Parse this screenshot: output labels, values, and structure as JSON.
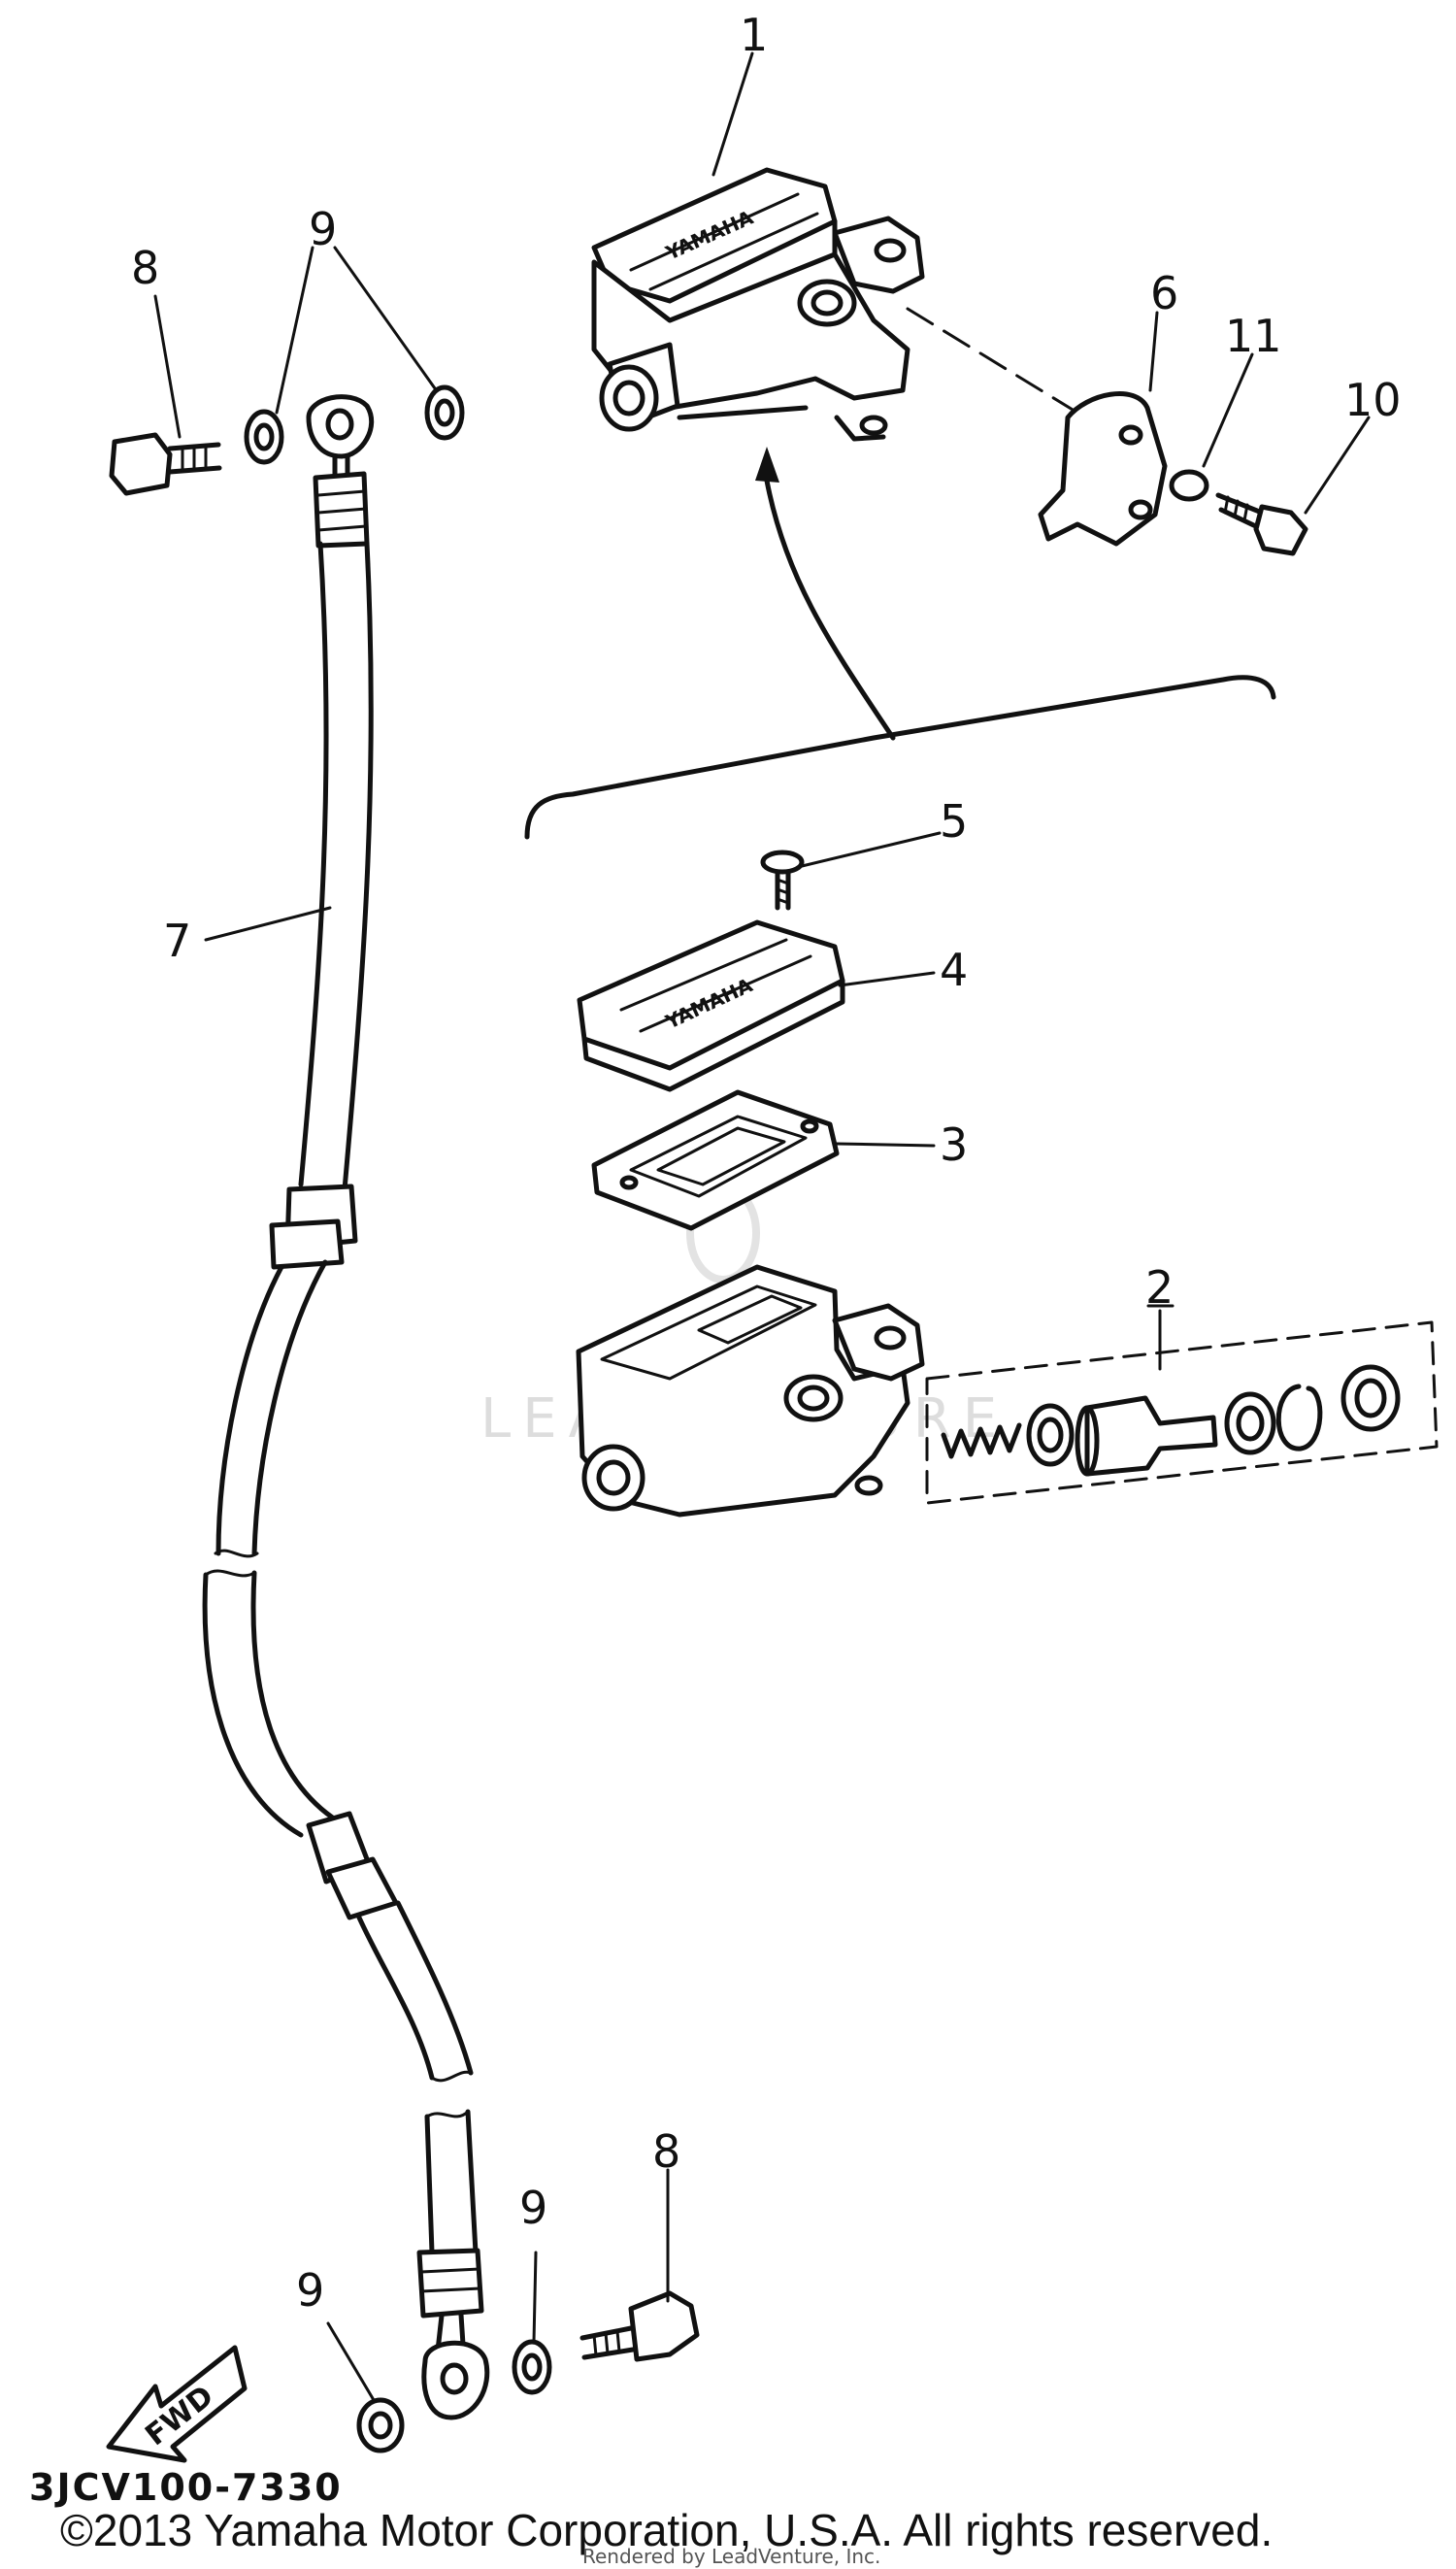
{
  "diagram": {
    "callouts": {
      "c1": "1",
      "c2": "2",
      "c3": "3",
      "c4": "4",
      "c5": "5",
      "c6": "6",
      "c7": "7",
      "c8_top": "8",
      "c8_bottom": "8",
      "c9_top": "9",
      "c9_bottom_left": "9",
      "c9_bottom_right": "9",
      "c10": "10",
      "c11": "11"
    },
    "brand_marks": [
      "YAMAHA",
      "YAMAHA"
    ],
    "fwd_label": "FWD",
    "figure_code": "3JCV100-7330",
    "watermark": "LEADVENTURE"
  },
  "footer": {
    "copyright": "©2013 Yamaha Motor Corporation, U.S.A. All rights reserved.",
    "rendered_by": "Rendered by LeadVenture, Inc."
  }
}
